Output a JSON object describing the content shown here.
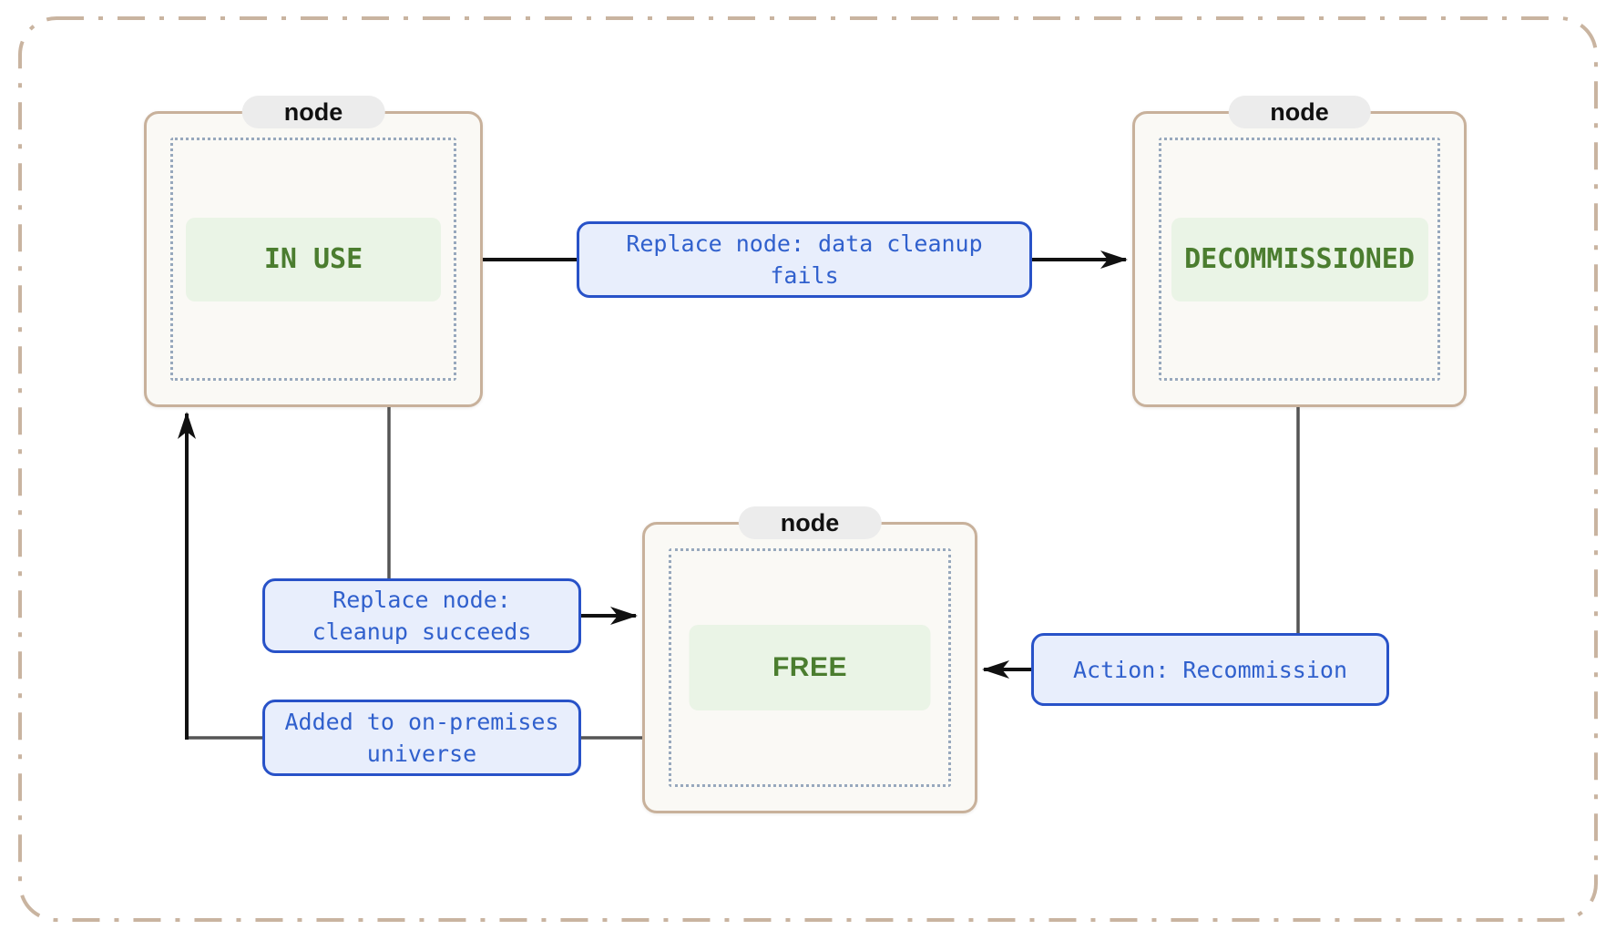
{
  "diagram": {
    "type": "state-diagram",
    "nodes": [
      {
        "id": "in-use",
        "container_label": "node",
        "state": "IN USE"
      },
      {
        "id": "decommissioned",
        "container_label": "node",
        "state": "DECOMMISSIONED"
      },
      {
        "id": "free",
        "container_label": "node",
        "state": "FREE"
      }
    ],
    "edges": [
      {
        "from": "in-use",
        "to": "decommissioned",
        "label": "Replace node: data cleanup fails"
      },
      {
        "from": "in-use",
        "to": "free",
        "label": "Replace node: cleanup succeeds"
      },
      {
        "from": "decommissioned",
        "to": "free",
        "label": "Action: Recommission"
      },
      {
        "from": "free",
        "to": "in-use",
        "label": "Added to on-premises universe"
      }
    ],
    "colors": {
      "canvas-bg": "#ffffff",
      "outer-border": "#c9b4a0",
      "node-border": "#c8b19b",
      "node-bg": "#faf9f5",
      "node-tag-bg": "#ececec",
      "node-tag-text": "#111111",
      "inner-dotted": "#97a8bd",
      "state-bg": "#eaf4e6",
      "state-text": "#4b7d2f",
      "edge-label-bg": "#e8eefc",
      "edge-label-border": "#2852c8",
      "edge-label-text": "#3060cd",
      "line-dark": "#111111",
      "line-gray": "#555555"
    }
  }
}
